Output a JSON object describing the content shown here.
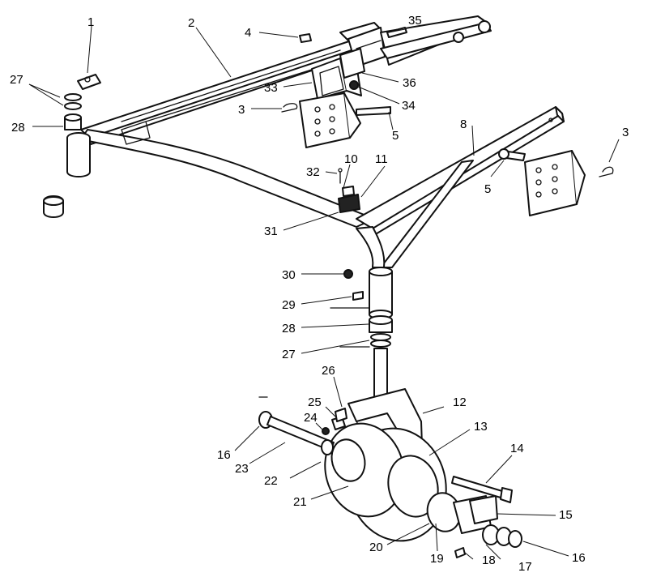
{
  "callouts": [
    {
      "id": "c1",
      "text": "1"
    },
    {
      "id": "c2",
      "text": "2"
    },
    {
      "id": "c3a",
      "text": "3"
    },
    {
      "id": "c3b",
      "text": "3"
    },
    {
      "id": "c4",
      "text": "4"
    },
    {
      "id": "c5a",
      "text": "5"
    },
    {
      "id": "c5b",
      "text": "5"
    },
    {
      "id": "c8",
      "text": "8"
    },
    {
      "id": "c10",
      "text": "10"
    },
    {
      "id": "c11",
      "text": "11"
    },
    {
      "id": "c12",
      "text": "12"
    },
    {
      "id": "c13",
      "text": "13"
    },
    {
      "id": "c14",
      "text": "14"
    },
    {
      "id": "c15",
      "text": "15"
    },
    {
      "id": "c16a",
      "text": "16"
    },
    {
      "id": "c16b",
      "text": "16"
    },
    {
      "id": "c17",
      "text": "17"
    },
    {
      "id": "c18",
      "text": "18"
    },
    {
      "id": "c19",
      "text": "19"
    },
    {
      "id": "c20",
      "text": "20"
    },
    {
      "id": "c21",
      "text": "21"
    },
    {
      "id": "c22",
      "text": "22"
    },
    {
      "id": "c23",
      "text": "23"
    },
    {
      "id": "c24",
      "text": "24"
    },
    {
      "id": "c25",
      "text": "25"
    },
    {
      "id": "c26",
      "text": "26"
    },
    {
      "id": "c27a",
      "text": "27"
    },
    {
      "id": "c27b",
      "text": "27"
    },
    {
      "id": "c28a",
      "text": "28"
    },
    {
      "id": "c28b",
      "text": "28"
    },
    {
      "id": "c29",
      "text": "29"
    },
    {
      "id": "c30",
      "text": "30"
    },
    {
      "id": "c31",
      "text": "31"
    },
    {
      "id": "c32",
      "text": "32"
    },
    {
      "id": "c33",
      "text": "33"
    },
    {
      "id": "c34",
      "text": "34"
    },
    {
      "id": "c35",
      "text": "35"
    },
    {
      "id": "c36",
      "text": "36"
    }
  ]
}
